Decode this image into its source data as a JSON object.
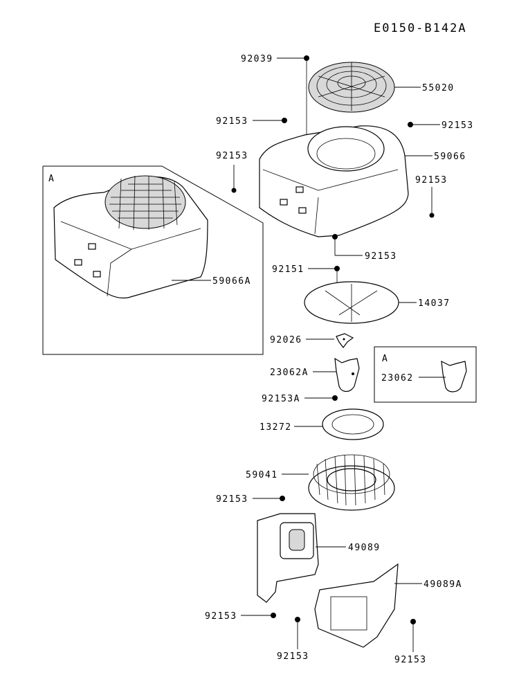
{
  "title": "E0150-B142A",
  "inset_large": {
    "letter": "A",
    "part_number": "59066A"
  },
  "inset_small": {
    "letter": "A",
    "part_number": "23062"
  },
  "labels": {
    "screen_bolt": "92039",
    "screen": "55020",
    "bolt_upper_left": "92153",
    "bolt_upper_right": "92153",
    "shroud": "59066",
    "bolt_left": "92153",
    "bolt_right": "92153",
    "bolt_bottom": "92153",
    "fan_bolt": "92151",
    "fan_plate": "14037",
    "washer": "92026",
    "bracket": "23062A",
    "bracket_bolt": "92153A",
    "ring": "13272",
    "fan": "59041",
    "cover_bolt_top": "92153",
    "cover": "49089",
    "cover_bolt_bottom": "92153",
    "lower_cover": "49089A",
    "lower_bolt_left": "92153",
    "lower_bolt_right": "92153"
  }
}
